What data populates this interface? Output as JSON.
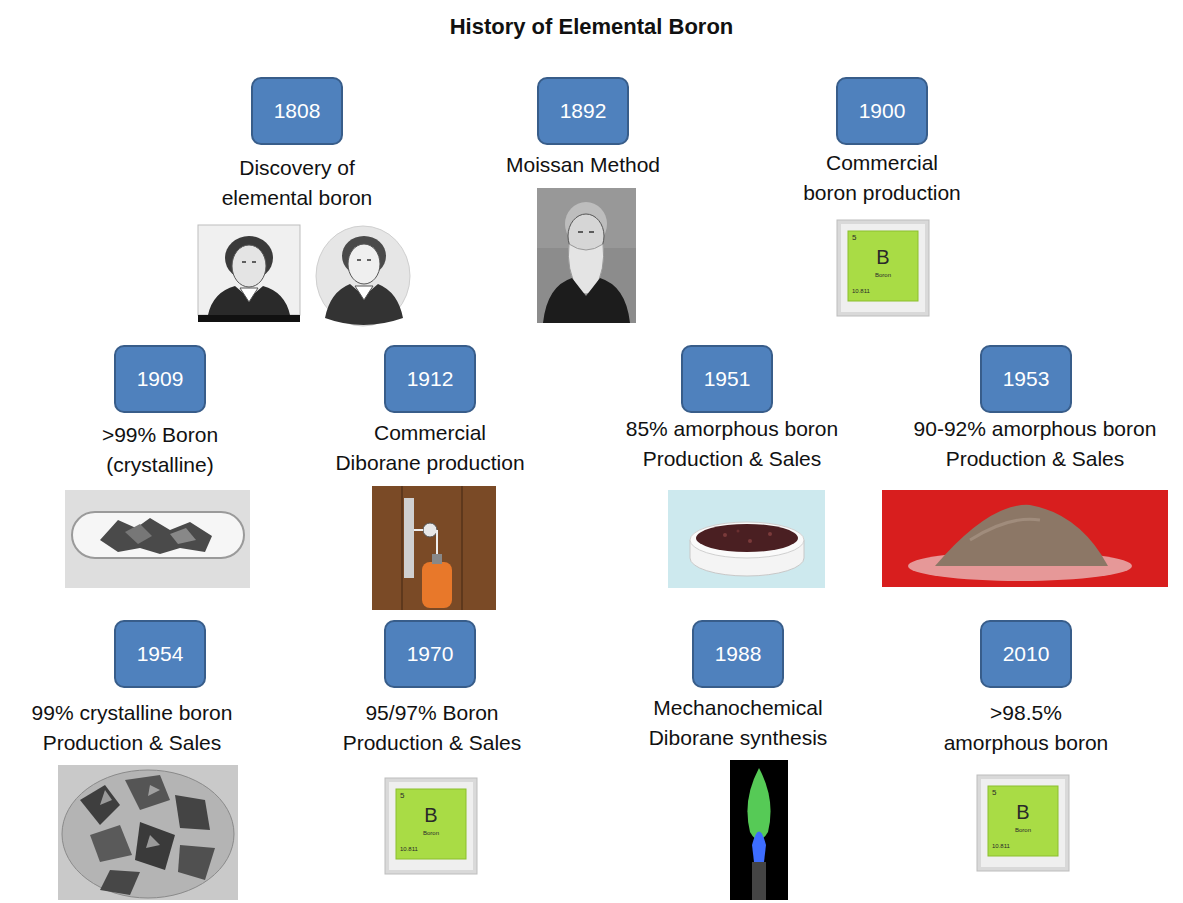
{
  "diagram": {
    "title": "History of Elemental Boron",
    "nodes": [
      {
        "text": [
          "1808",
          "Discovery of elemental boron"
        ]
      },
      {
        "text": [
          "1892",
          "Moissan Method"
        ]
      },
      {
        "text": [
          "1900",
          "Commercial boron production"
        ]
      },
      {
        "text": [
          "1909",
          ">99% Boron (crystalline)"
        ]
      },
      {
        "text": [
          "1912",
          "Commercial Diborane production"
        ]
      },
      {
        "text": [
          "1951",
          "85% amorphous boron Production & Sales"
        ]
      },
      {
        "text": [
          "1953",
          "90-92% amorphous boron Production & Sales"
        ]
      },
      {
        "text": [
          "1954",
          "99% crystalline boron Production & Sales"
        ]
      },
      {
        "text": [
          "1970",
          "95/97% Boron Production & Sales"
        ]
      },
      {
        "text": [
          "1988",
          "Mechanochemical Diborane synthesis"
        ]
      },
      {
        "text": [
          "2010",
          ">98.5% amorphous boron"
        ]
      }
    ],
    "labels": [
      "5",
      "B",
      "Boron",
      "10.811",
      "5",
      "B",
      "Boron",
      "10.811",
      "5",
      "B",
      "Boron",
      "10.811"
    ]
  }
}
